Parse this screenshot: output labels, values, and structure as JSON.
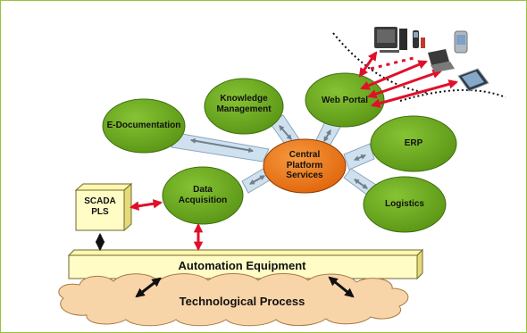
{
  "diagram": {
    "nodes": {
      "central": "Central\nPlatform\nServices",
      "e_documentation": "E-Documentation",
      "knowledge_management": "Knowledge\nManagement",
      "web_portal": "Web Portal",
      "erp": "ERP",
      "logistics": "Logistics",
      "data_acquisition": "Data\nAcquisition",
      "scada": "SCADA\nPLS"
    },
    "layers": {
      "automation_equipment": "Automation Equipment",
      "technological_process": "Technological Process"
    },
    "colors": {
      "node_fill": "#6aa81e",
      "central_fill": "#f07a1a",
      "connector_fill": "#cfe0ee",
      "automation_fill": "#fffcc6",
      "cloud_fill": "#f8d5a8",
      "arrow_red": "#e0102a",
      "frame_border": "#9ac23c"
    },
    "devices": [
      "desktop-computer-icon",
      "phone-icon",
      "pda-icon",
      "laptop-icon",
      "tablet-icon"
    ]
  }
}
